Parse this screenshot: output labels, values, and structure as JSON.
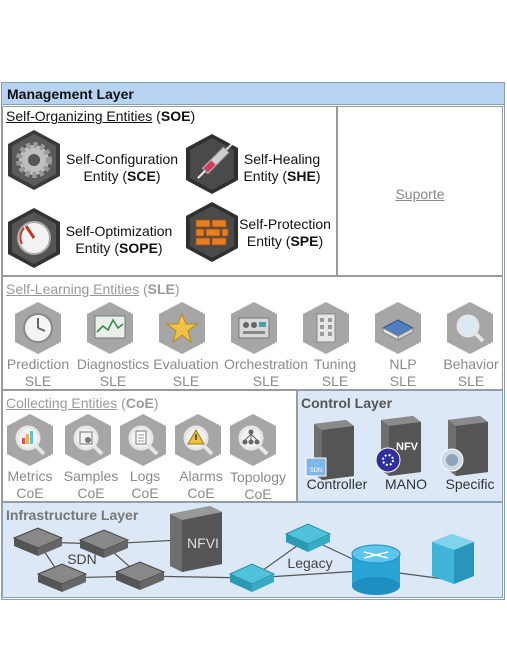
{
  "management": {
    "title": "Management Layer"
  },
  "soe": {
    "title_main": "Self-Organizing Entities",
    "title_abbr": "SOE",
    "entities": [
      {
        "line1": "Self-Configuration",
        "line2_pre": "Entity (",
        "abbr": "SCE",
        "icon": "gear-icon"
      },
      {
        "line1": "Self-Healing",
        "line2_pre": "Entity (",
        "abbr": "SHE",
        "icon": "syringe-icon"
      },
      {
        "line1": "Self-Optimization",
        "line2_pre": "Entity (",
        "abbr": "SOPE",
        "icon": "gauge-icon"
      },
      {
        "line1": "Self-Protection",
        "line2_pre": "Entity (",
        "abbr": "SPE",
        "icon": "firewall-icon"
      }
    ]
  },
  "suporte": {
    "label": "Suporte"
  },
  "sle": {
    "title_main": "Self-Learning Entities",
    "title_abbr": "SLE",
    "items": [
      {
        "line1": "Prediction",
        "line2": "SLE",
        "icon": "clock-icon"
      },
      {
        "line1": "Diagnostics",
        "line2": "SLE",
        "icon": "monitor-chart-icon"
      },
      {
        "line1": "Evaluation",
        "line2": "SLE",
        "icon": "star-icon"
      },
      {
        "line1": "Orchestration",
        "line2": "SLE",
        "icon": "control-panel-icon"
      },
      {
        "line1": "Tuning",
        "line2": "SLE",
        "icon": "building-icon"
      },
      {
        "line1": "NLP",
        "line2": "SLE",
        "icon": "book-icon"
      },
      {
        "line1": "Behavior",
        "line2": "SLE",
        "icon": "magnifier-icon"
      }
    ]
  },
  "coe": {
    "title_main": "Collecting Entities",
    "title_abbr": "CoE",
    "items": [
      {
        "line1": "Metrics",
        "line2": "CoE",
        "icon": "bar-chart-magnifier-icon"
      },
      {
        "line1": "Samples",
        "line2": "CoE",
        "icon": "sample-magnifier-icon"
      },
      {
        "line1": "Logs",
        "line2": "CoE",
        "icon": "document-magnifier-icon"
      },
      {
        "line1": "Alarms",
        "line2": "CoE",
        "icon": "warning-magnifier-icon"
      },
      {
        "line1": "Topology",
        "line2": "CoE",
        "icon": "tree-magnifier-icon"
      }
    ]
  },
  "control": {
    "title": "Control Layer",
    "items": [
      {
        "label": "Controller",
        "badge": "SDN",
        "icon": "server-icon"
      },
      {
        "label": "MANO",
        "badge": "NFV",
        "icon": "server-icon"
      },
      {
        "label": "Specific",
        "icon": "server-icon"
      }
    ]
  },
  "infrastructure": {
    "title": "Infrastructure Layer",
    "sdn_label": "SDN",
    "nfvi_label": "NFVI",
    "legacy_label": "Legacy"
  }
}
